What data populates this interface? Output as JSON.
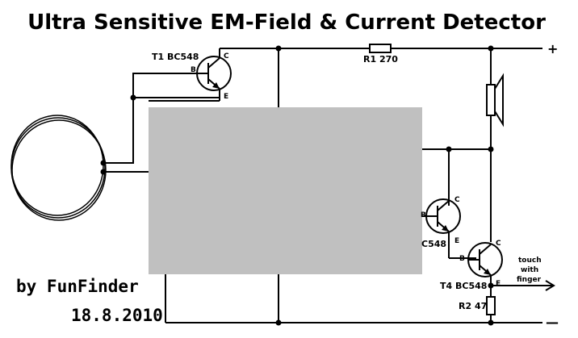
{
  "title": "Ultra Sensitive EM-Field & Current Detector",
  "components": {
    "t1": {
      "label": "T1 BC548",
      "b": "B",
      "c": "C",
      "e": "E"
    },
    "t3": {
      "label": "C548",
      "b": "B",
      "c": "C",
      "e": "E"
    },
    "t4": {
      "label": "T4 BC548",
      "b": "B",
      "c": "C",
      "e": "E"
    },
    "r1": {
      "label": "R1 270"
    },
    "r2": {
      "label": "R2 47"
    }
  },
  "supply": {
    "plus": "+",
    "minus": "—"
  },
  "touch": {
    "line1": "touch",
    "line2": "with",
    "line3": "finger"
  },
  "author": "by FunFinder",
  "date": "18.8.2010",
  "colors": {
    "wire": "#000000",
    "redaction_box": "#c0c0c0",
    "background": "#ffffff"
  }
}
